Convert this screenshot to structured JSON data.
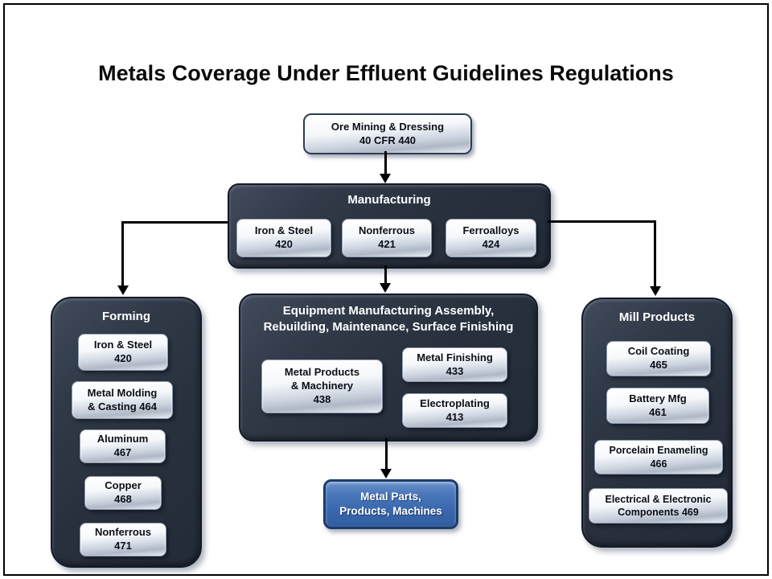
{
  "slide": {
    "title": "Metals Coverage Under Effluent Guidelines  Regulations"
  },
  "diagram": {
    "root": {
      "lines": [
        "Ore Mining & Dressing",
        "40 CFR 440"
      ]
    },
    "manufacturing": {
      "title": "Manufacturing",
      "items": [
        {
          "lines": [
            "Iron & Steel",
            "420"
          ]
        },
        {
          "lines": [
            "Nonferrous",
            "421"
          ]
        },
        {
          "lines": [
            "Ferroalloys",
            "424"
          ]
        }
      ]
    },
    "forming": {
      "title": "Forming",
      "items": [
        {
          "lines": [
            "Iron & Steel",
            "420"
          ]
        },
        {
          "lines": [
            "Metal Molding",
            "& Casting  464"
          ]
        },
        {
          "lines": [
            "Aluminum",
            "467"
          ]
        },
        {
          "lines": [
            "Copper",
            "468"
          ]
        },
        {
          "lines": [
            "Nonferrous",
            "471"
          ]
        }
      ]
    },
    "equipment": {
      "title_lines": [
        "Equipment Manufacturing Assembly,",
        "Rebuilding, Maintenance, Surface Finishing"
      ],
      "items": [
        {
          "lines": [
            "Metal Products",
            "& Machinery",
            "438"
          ]
        },
        {
          "lines": [
            "Metal Finishing",
            "433"
          ]
        },
        {
          "lines": [
            "Electroplating",
            "413"
          ]
        }
      ]
    },
    "mill": {
      "title": "Mill Products",
      "items": [
        {
          "lines": [
            "Coil Coating",
            "465"
          ]
        },
        {
          "lines": [
            "Battery Mfg",
            "461"
          ]
        },
        {
          "lines": [
            "Porcelain Enameling",
            "466"
          ]
        },
        {
          "lines": [
            "Electrical & Electronic",
            "Components  469"
          ]
        }
      ]
    },
    "result": {
      "lines": [
        "Metal Parts,",
        "Products, Machines"
      ]
    }
  },
  "colors": {
    "container_fill": "#2a323f",
    "container_border": "#131a27",
    "metal_box_fill_top": "#ffffff",
    "metal_box_fill_bottom": "#aeb8c6",
    "blue_box_fill": "#3a68ae",
    "blue_box_border": "#1e3c6a",
    "connector": "#000000",
    "background": "#ffffff"
  }
}
